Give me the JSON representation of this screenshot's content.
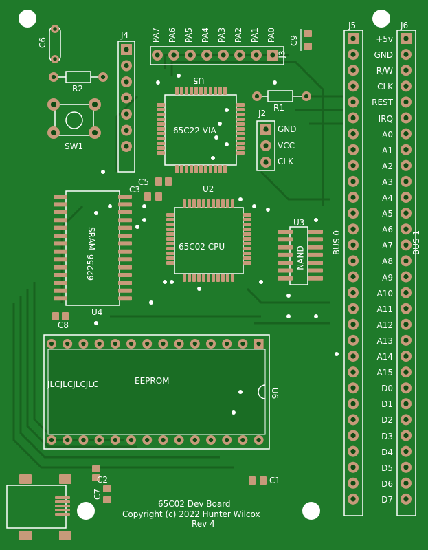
{
  "colors": {
    "board": "#1f7a2a",
    "copper_dark": "#18621f",
    "silk": "#ffffff",
    "pad": "#c79a7a",
    "hole": "#ffffff"
  },
  "refs": {
    "c6": "C6",
    "r2": "R2",
    "sw1": "SW1",
    "j4": "J4",
    "r1": "R1",
    "j2": "J2",
    "j3": "J3",
    "c9": "C9",
    "u5": "U5",
    "u5_name": "65C22 VIA",
    "c5": "C5",
    "c3": "C3",
    "u2": "U2",
    "u2_name": "65C02 CPU",
    "u4_sram": "SRAM",
    "u4_part": "62256",
    "u4": "U4",
    "c8": "C8",
    "u3": "U3",
    "u3_name": "NAND",
    "u6": "U6",
    "eeprom": "EEPROM",
    "jlc": "JLCJLCJLCJLC",
    "c1": "C1",
    "c2": "C2",
    "c7": "C7",
    "j5": "J5",
    "j6": "J6",
    "bus0": "BUS 0",
    "bus1": "BUS 1"
  },
  "via_ports": [
    "PA7",
    "PA6",
    "PA5",
    "PA4",
    "PA3",
    "PA2",
    "PA1",
    "PA0"
  ],
  "j2_pins": [
    "GND",
    "VCC",
    "CLK"
  ],
  "bus_pins": [
    "+5v",
    "GND",
    "R/W",
    "CLK",
    "REST",
    "IRQ",
    "A0",
    "A1",
    "A2",
    "A3",
    "A4",
    "A5",
    "A6",
    "A7",
    "A8",
    "A9",
    "A10",
    "A11",
    "A12",
    "A13",
    "A14",
    "A15",
    "D0",
    "D1",
    "D2",
    "D3",
    "D4",
    "D5",
    "D6",
    "D7"
  ],
  "footer": {
    "line1": "65C02 Dev Board",
    "line2": "Copyright (c) 2022 Hunter Wilcox",
    "line3": "Rev 4"
  }
}
